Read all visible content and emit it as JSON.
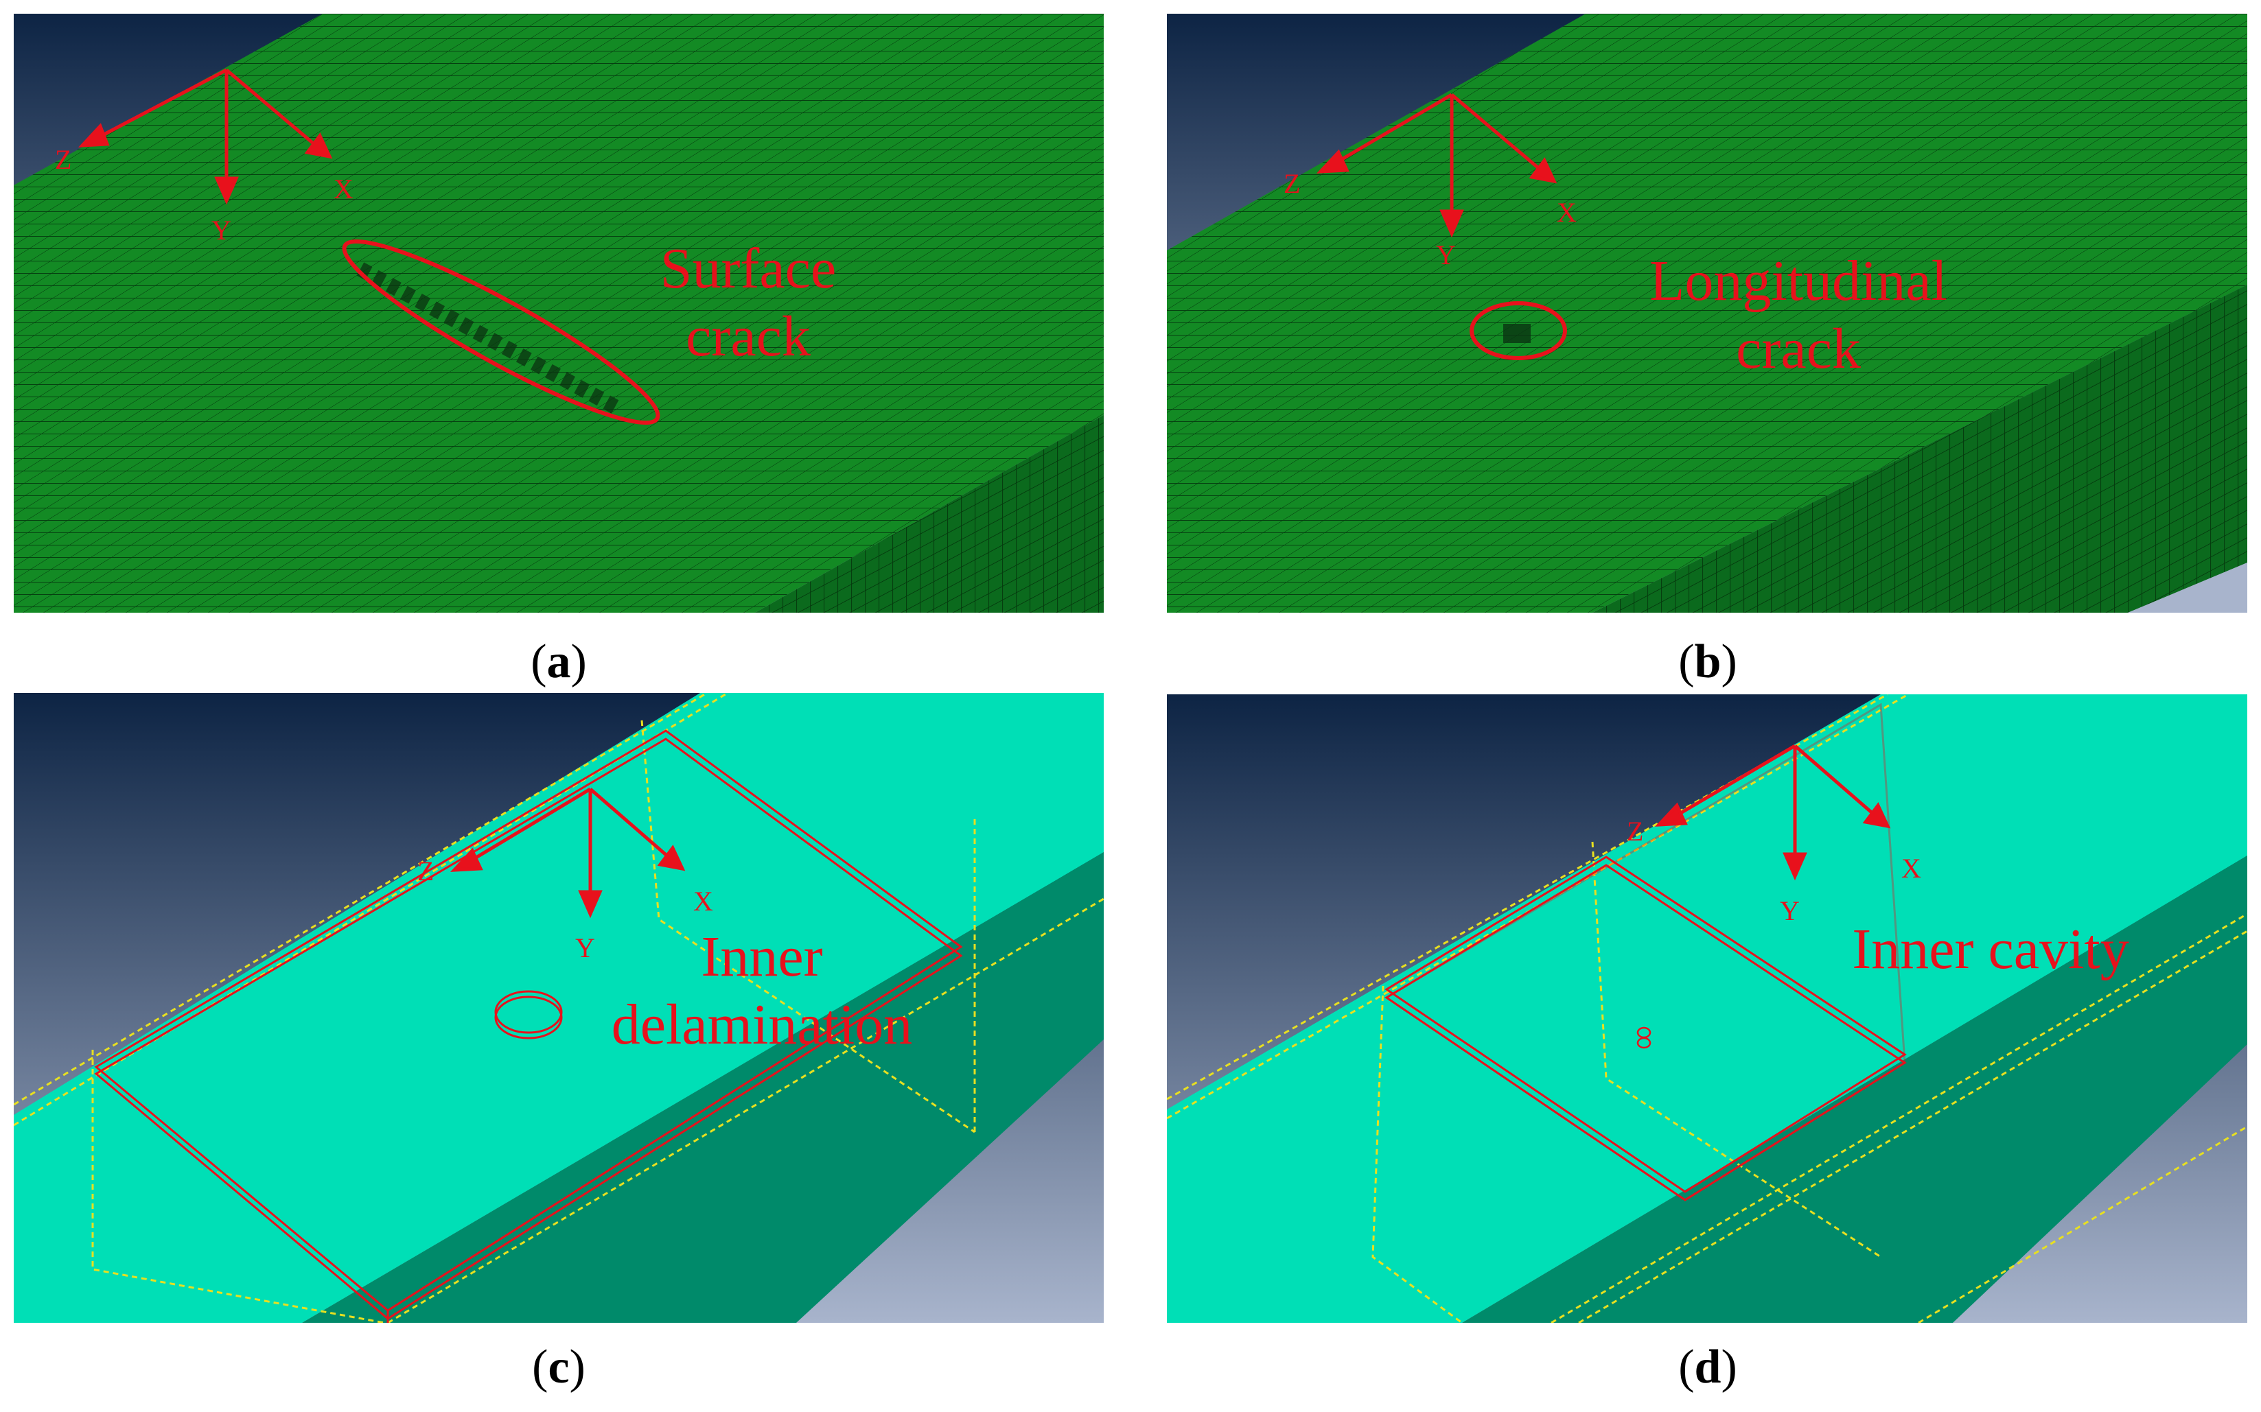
{
  "colors": {
    "background_dark": "#0d2444",
    "background_light": "#a8b4cc",
    "mesh_green": "#138a24",
    "mesh_line": "#063d10",
    "solid_top": "#00dfb6",
    "solid_side": "#008a6a",
    "annotation_red": "#e8111c",
    "edge_yellow": "#e8e020"
  },
  "panels": [
    {
      "caption": {
        "open": "(",
        "letter": "a",
        "close": ")"
      },
      "annotation": [
        "Surface",
        "crack"
      ],
      "axes": {
        "x": "X",
        "y": "Y",
        "z": "Z"
      }
    },
    {
      "caption": {
        "open": "(",
        "letter": "b",
        "close": ")"
      },
      "annotation": [
        "Longitudinal",
        "crack"
      ],
      "axes": {
        "x": "X",
        "y": "Y",
        "z": "Z"
      }
    },
    {
      "caption": {
        "open": "(",
        "letter": "c",
        "close": ")"
      },
      "annotation": [
        "Inner",
        "delamination"
      ],
      "axes": {
        "x": "X",
        "y": "Y",
        "z": "Z"
      }
    },
    {
      "caption": {
        "open": "(",
        "letter": "d",
        "close": ")"
      },
      "annotation": [
        "Inner cavity"
      ],
      "axes": {
        "x": "X",
        "y": "Y",
        "z": "Z"
      }
    }
  ]
}
